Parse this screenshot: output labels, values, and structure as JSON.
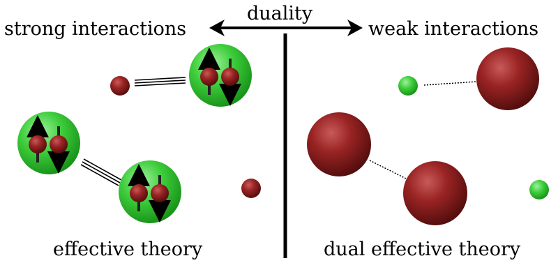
{
  "labels": {
    "duality": "duality",
    "strong": "strong interactions",
    "weak": "weak interactions",
    "effective": "effective theory",
    "dual_effective": "dual effective theory"
  },
  "colors": {
    "green": "#2fc52f",
    "red": "#8a1c1c",
    "ink": "#000000"
  }
}
